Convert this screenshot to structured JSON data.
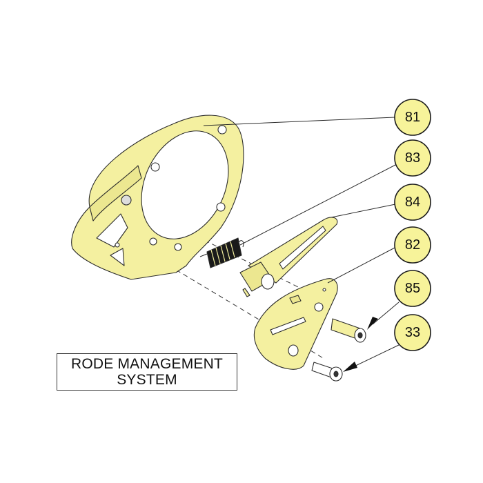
{
  "title": {
    "line1": "RODE MANAGEMENT",
    "line2": "SYSTEM"
  },
  "callouts": [
    {
      "id": "81",
      "label": "81"
    },
    {
      "id": "83",
      "label": "83"
    },
    {
      "id": "84",
      "label": "84"
    },
    {
      "id": "82",
      "label": "82"
    },
    {
      "id": "85",
      "label": "85"
    },
    {
      "id": "33",
      "label": "33"
    }
  ],
  "colors": {
    "part_fill": "#f4f0a0",
    "callout_fill": "#f7f39a",
    "outline": "#2a2a2a"
  }
}
